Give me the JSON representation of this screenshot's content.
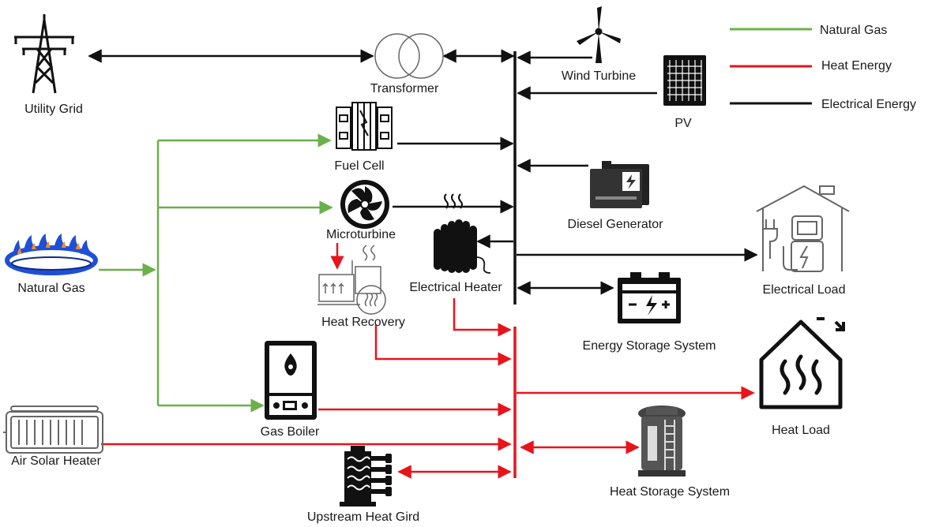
{
  "legend": {
    "natural_gas": "Natural Gas",
    "heat_energy": "Heat Energy",
    "electrical_energy": "Electrical Energy"
  },
  "labels": {
    "utility_grid": "Utility Grid",
    "transformer": "Transformer",
    "wind_turbine": "Wind Turbine",
    "pv": "PV",
    "fuel_cell": "Fuel Cell",
    "microturbine": "Microturbine",
    "diesel_generator": "Diesel Generator",
    "electrical_heater": "Electrical Heater",
    "heat_recovery": "Heat Recovery",
    "natural_gas": "Natural Gas",
    "electrical_load": "Electrical Load",
    "energy_storage_system": "Energy Storage System",
    "heat_load": "Heat Load",
    "gas_boiler": "Gas Boiler",
    "air_solar_heater": "Air Solar Heater",
    "heat_storage_system": "Heat Storage System",
    "upstream_heat_gird": "Upstream Heat Gird"
  },
  "colors": {
    "natural_gas": "#6ab04c",
    "heat_energy": "#e8141c",
    "electrical_energy": "#111111",
    "flame_blue": "#1e4fd6",
    "flame_orange": "#ff8a1a"
  }
}
